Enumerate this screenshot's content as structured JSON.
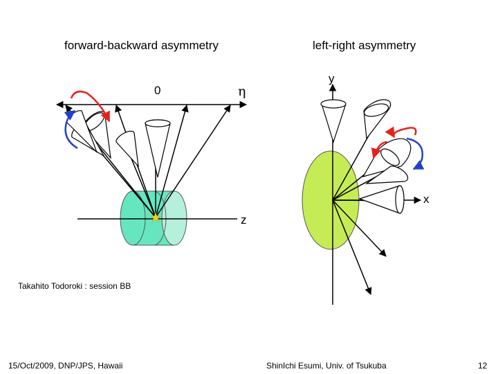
{
  "left_panel": {
    "title": "forward-backward asymmetry",
    "label_zero": "0",
    "label_eta": "η",
    "label_z": "z"
  },
  "right_panel": {
    "title": "left-right asymmetry",
    "label_y": "y",
    "label_x": "x"
  },
  "session_note": "Takahito Todoroki : session BB",
  "footer": {
    "left": "15/Oct/2009, DNP/JPS, Hawaii",
    "center": "ShinIchi Esumi, Univ. of Tsukuba",
    "right": "12"
  },
  "colors": {
    "cylinder_fill": "#66e6bf",
    "ellipse_fill": "#c6ec55",
    "arrow_red": "#e8201c",
    "arrow_blue": "#2440c8",
    "star": "#f2d21a"
  }
}
